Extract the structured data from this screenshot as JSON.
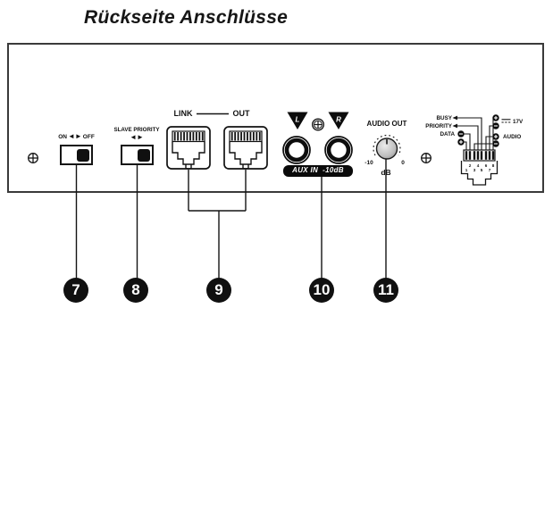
{
  "title": "Rückseite Anschlüsse",
  "power_switch": {
    "on": "ON",
    "arrows": "◄►",
    "off": "OFF"
  },
  "slave_switch": {
    "label": "SLAVE PRIORITY",
    "arrows": "◄►"
  },
  "link_out": {
    "link": "LINK",
    "out": "OUT"
  },
  "aux_in": {
    "left": "L",
    "right": "R",
    "badge": "AUX IN  -10dB"
  },
  "audio_out": {
    "label": "AUDIO OUT",
    "min": "-10",
    "max": "0",
    "unit": "dB"
  },
  "pinout": {
    "busy": "BUSY",
    "priority": "PRIORITY",
    "data": "DATA",
    "v17": "17V",
    "audio": "AUDIO",
    "pins_top": [
      "2",
      "4",
      "6",
      "8"
    ],
    "pins_bottom": [
      "1",
      "3",
      "5",
      "7"
    ]
  },
  "callouts": {
    "c7": "7",
    "c8": "8",
    "c9": "9",
    "c10": "10",
    "c11": "11"
  },
  "colors": {
    "line": "#1a1a1a",
    "panel_border": "#3a3a3a",
    "badge_bg": "#0a0a0a",
    "callout_bg": "#101010",
    "knob_fill": "#c9c9c9"
  }
}
